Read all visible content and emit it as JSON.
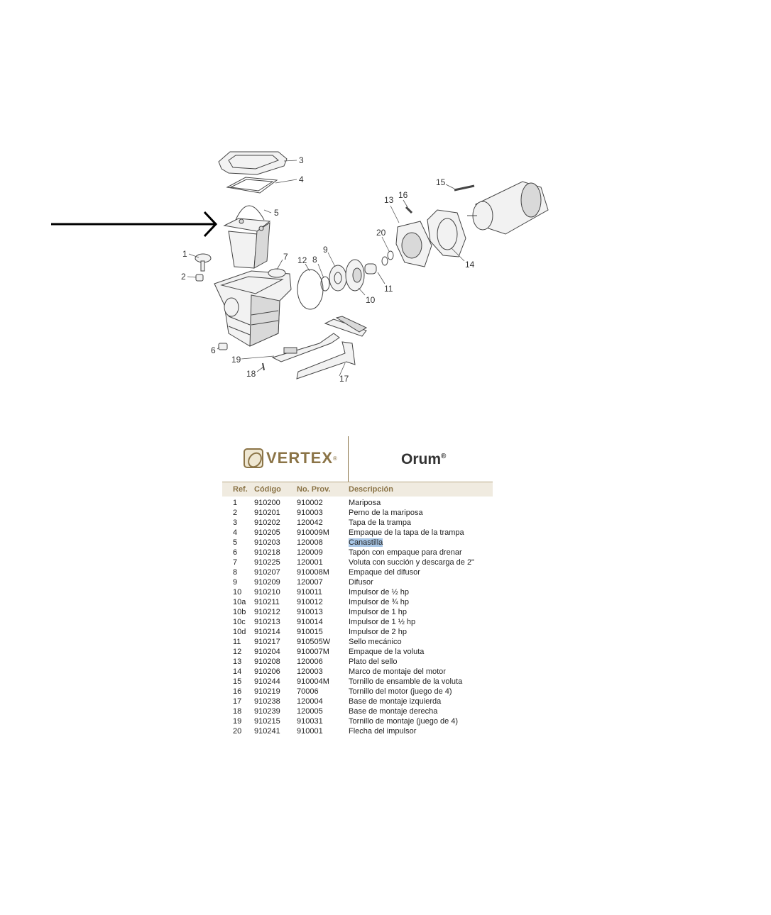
{
  "diagram": {
    "callouts": [
      "1",
      "2",
      "3",
      "4",
      "5",
      "6",
      "7",
      "8",
      "9",
      "10",
      "11",
      "12",
      "13",
      "14",
      "15",
      "16",
      "17",
      "18",
      "19",
      "20"
    ],
    "pointer": "arrow pointing to part 5"
  },
  "brand": {
    "name": "VERTEX",
    "registered": "®",
    "product": "Orum",
    "product_mark": "®"
  },
  "table": {
    "headers": [
      "Ref.",
      "Código",
      "No. Prov.",
      "Descripción"
    ],
    "highlighted_ref": "5",
    "rows": [
      {
        "ref": "1",
        "codigo": "910200",
        "prov": "910002",
        "desc": "Mariposa"
      },
      {
        "ref": "2",
        "codigo": "910201",
        "prov": "910003",
        "desc": "Perno de la mariposa"
      },
      {
        "ref": "3",
        "codigo": "910202",
        "prov": "120042",
        "desc": "Tapa de la trampa"
      },
      {
        "ref": "4",
        "codigo": "910205",
        "prov": "910009M",
        "desc": "Empaque de la tapa de la trampa"
      },
      {
        "ref": "5",
        "codigo": "910203",
        "prov": "120008",
        "desc": "Canastilla"
      },
      {
        "ref": "6",
        "codigo": "910218",
        "prov": "120009",
        "desc": "Tapón con empaque para drenar"
      },
      {
        "ref": "7",
        "codigo": "910225",
        "prov": "120001",
        "desc": "Voluta con succión y descarga de 2\""
      },
      {
        "ref": "8",
        "codigo": "910207",
        "prov": "910008M",
        "desc": "Empaque del difusor"
      },
      {
        "ref": "9",
        "codigo": "910209",
        "prov": "120007",
        "desc": "Difusor"
      },
      {
        "ref": "10",
        "codigo": "910210",
        "prov": "910011",
        "desc": "Impulsor de ½ hp"
      },
      {
        "ref": "10a",
        "codigo": "910211",
        "prov": "910012",
        "desc": "Impulsor de ¾ hp"
      },
      {
        "ref": "10b",
        "codigo": "910212",
        "prov": "910013",
        "desc": "Impulsor de 1 hp"
      },
      {
        "ref": "10c",
        "codigo": "910213",
        "prov": "910014",
        "desc": "Impulsor de 1 ½ hp"
      },
      {
        "ref": "10d",
        "codigo": "910214",
        "prov": "910015",
        "desc": "Impulsor de 2 hp"
      },
      {
        "ref": "11",
        "codigo": "910217",
        "prov": "910505W",
        "desc": "Sello mecánico"
      },
      {
        "ref": "12",
        "codigo": "910204",
        "prov": "910007M",
        "desc": "Empaque de la voluta"
      },
      {
        "ref": "13",
        "codigo": "910208",
        "prov": "120006",
        "desc": "Plato del sello"
      },
      {
        "ref": "14",
        "codigo": "910206",
        "prov": "120003",
        "desc": "Marco de montaje del motor"
      },
      {
        "ref": "15",
        "codigo": "910244",
        "prov": "910004M",
        "desc": "Tornillo de ensamble de la voluta"
      },
      {
        "ref": "16",
        "codigo": "910219",
        "prov": "70006",
        "desc": "Tornillo del motor (juego de 4)"
      },
      {
        "ref": "17",
        "codigo": "910238",
        "prov": "120004",
        "desc": "Base de montaje izquierda"
      },
      {
        "ref": "18",
        "codigo": "910239",
        "prov": "120005",
        "desc": "Base de montaje derecha"
      },
      {
        "ref": "19",
        "codigo": "910215",
        "prov": "910031",
        "desc": "Tornillo de montaje (juego de 4)"
      },
      {
        "ref": "20",
        "codigo": "910241",
        "prov": "910001",
        "desc": "Flecha del impulsor"
      }
    ]
  }
}
